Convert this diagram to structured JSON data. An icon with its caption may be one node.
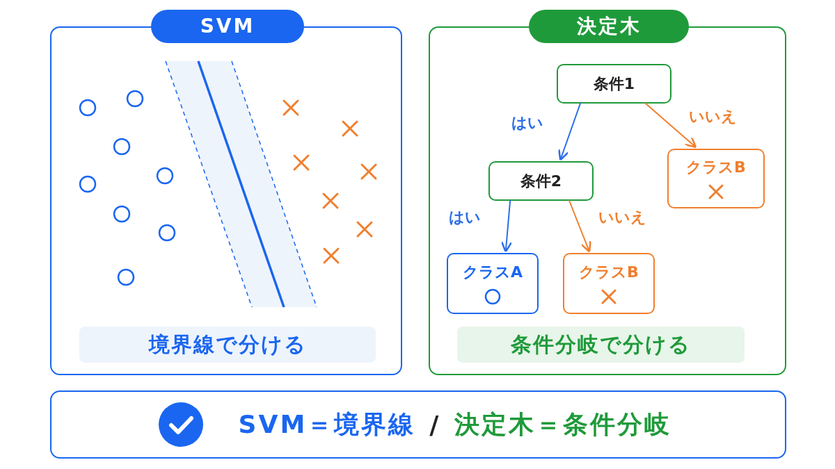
{
  "diagram": {
    "nodes": [
      {
        "text": [
          "SVM"
        ]
      },
      {
        "text": [
          "境界線で分ける"
        ],
        "in": 0
      },
      {
        "text": [
          "決定木"
        ]
      },
      {
        "text": [
          "条件1"
        ],
        "in": 2
      },
      {
        "text": [
          "条件2"
        ],
        "in": 2
      },
      {
        "text": [
          "クラスB"
        ],
        "in": 2
      },
      {
        "text": [
          "クラスA"
        ],
        "in": 2
      },
      {
        "text": [
          "クラスB"
        ],
        "in": 2
      },
      {
        "text": [
          "条件分岐で分ける"
        ],
        "in": 2
      },
      {
        "text": [
          "SVM＝境界線",
          "/",
          "決定木＝条件分岐"
        ]
      }
    ],
    "edges": [
      {
        "from": 3,
        "to": 4,
        "arrow": "to",
        "label": "はい",
        "color": "#2a6ee8"
      },
      {
        "from": 3,
        "to": 5,
        "arrow": "to",
        "label": "いいえ",
        "color": "#f07f2e"
      },
      {
        "from": 4,
        "to": 6,
        "arrow": "to",
        "label": "はい",
        "color": "#2a6ee8"
      },
      {
        "from": 4,
        "to": 7,
        "arrow": "to",
        "label": "いいえ",
        "color": "#f07f2e"
      }
    ]
  }
}
